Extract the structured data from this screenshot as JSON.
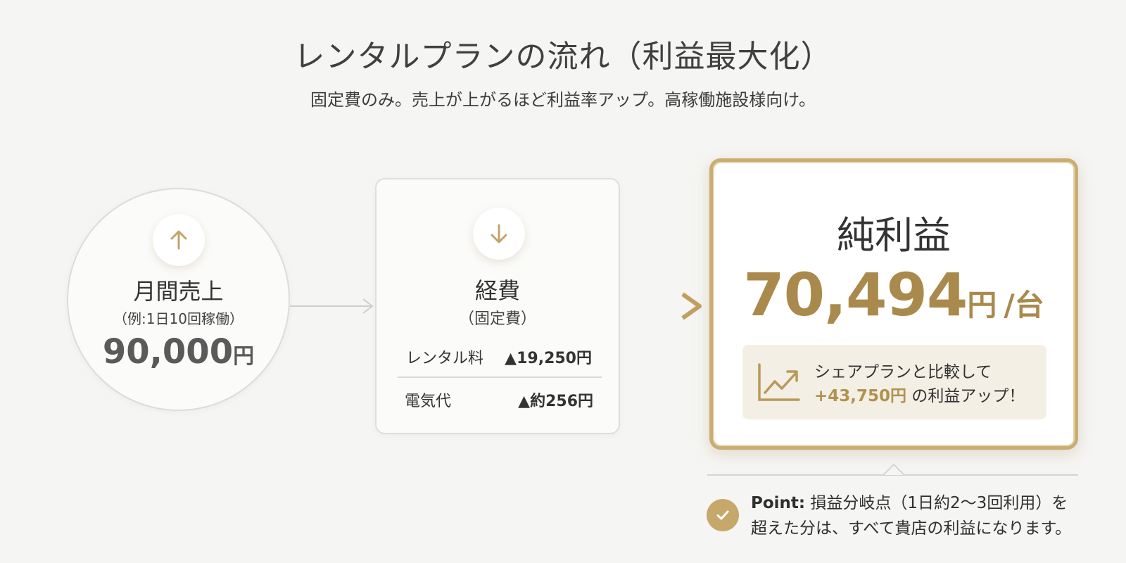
{
  "header": {
    "title": "レンタルプランの流れ（利益最大化）",
    "subtitle": "固定費のみ。売上が上がるほど利益率アップ。高稼働施設様向け。"
  },
  "revenue": {
    "icon": "arrow-up-icon",
    "label": "月間売上",
    "note": "（例:1日10回稼働）",
    "value": "90,000",
    "unit": "円"
  },
  "expenses": {
    "icon": "arrow-down-icon",
    "title": "経費",
    "subtitle": "（固定費）",
    "rows": [
      {
        "label": "レンタル料",
        "value": "▲19,250円"
      },
      {
        "label": "電気代",
        "value": "▲約256円"
      }
    ]
  },
  "profit": {
    "title": "純利益",
    "value": "70,494",
    "unit": "円",
    "per": "/台",
    "compare": {
      "icon": "trending-up-chart-icon",
      "line1": "シェアプランと比較して",
      "gain": "+43,750円",
      "line2_rest": " の利益アップ！"
    }
  },
  "point": {
    "icon": "check-icon",
    "lead": "Point:",
    "line1": " 損益分岐点（1日約2〜3回利用）を",
    "line2": "超えた分は、すべて貴店の利益になります。"
  },
  "colors": {
    "accent_gold": "#c6a86b",
    "gold_text": "#a98a4c",
    "background": "#f5f5f3"
  }
}
